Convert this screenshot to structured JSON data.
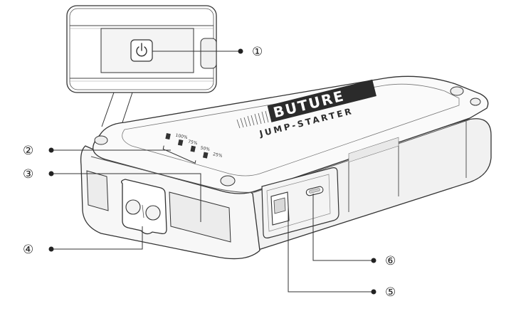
{
  "brand": {
    "name": "BUTURE",
    "subtitle": "JUMP-STARTER"
  },
  "battery_leds": [
    "100%",
    "75%",
    "50%",
    "25%"
  ],
  "callouts": [
    {
      "id": "1",
      "label": "①"
    },
    {
      "id": "2",
      "label": "②"
    },
    {
      "id": "3",
      "label": "③"
    },
    {
      "id": "4",
      "label": "④"
    },
    {
      "id": "5",
      "label": "⑤"
    },
    {
      "id": "6",
      "label": "⑥"
    }
  ],
  "colors": {
    "outline": "#333333",
    "body": "#f7f7f7",
    "top": "#fafafa",
    "shade": "#e6e6e6",
    "brand_fill": "#2b2b2b"
  }
}
